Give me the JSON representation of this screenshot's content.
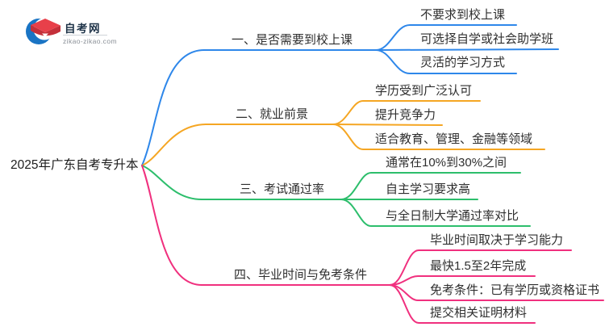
{
  "logo": {
    "title": "自考网",
    "subtitle": "zikao-zikao.com",
    "brand_blue": "#1a74c4",
    "brand_red": "#e8404a",
    "brand_red_dark": "#c4303a"
  },
  "root": {
    "label": "2025年广东自考专升本"
  },
  "branches": [
    {
      "label": "一、是否需要到校上课",
      "color": "#2e87ea",
      "children": [
        "不要求到校上课",
        "可选择自学或社会助学班",
        "灵活的学习方式"
      ]
    },
    {
      "label": "二、就业前景",
      "color": "#f5a623",
      "children": [
        "学历受到广泛认可",
        "提升竞争力",
        "适合教育、管理、金融等领域"
      ]
    },
    {
      "label": "三、考试通过率",
      "color": "#2dbe6c",
      "children": [
        "通常在10%到30%之间",
        "自主学习要求高",
        "与全日制大学通过率对比"
      ]
    },
    {
      "label": "四、毕业时间与免考条件",
      "color": "#f0307e",
      "children": [
        "毕业时间取决于学习能力",
        "最快1.5至2年完成",
        "免考条件：已有学历或资格证书",
        "提交相关证明材料"
      ]
    }
  ]
}
